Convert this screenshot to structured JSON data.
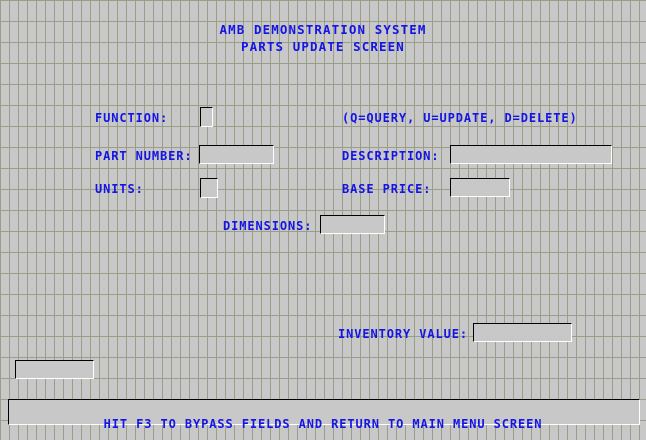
{
  "screen": {
    "title_line1": "AMB DEMONSTRATION SYSTEM",
    "title_line2": "PARTS UPDATE SCREEN",
    "text_color": "#1414e6",
    "background_color": "#c8c8c8",
    "grid_color": "#9a9e88"
  },
  "form": {
    "function": {
      "label": "FUNCTION:",
      "value": "",
      "hint": "(Q=QUERY, U=UPDATE, D=DELETE)"
    },
    "part_number": {
      "label": "PART NUMBER:",
      "value": ""
    },
    "description": {
      "label": "DESCRIPTION:",
      "value": ""
    },
    "units": {
      "label": "UNITS:",
      "value": ""
    },
    "base_price": {
      "label": "BASE PRICE:",
      "value": ""
    },
    "dimensions": {
      "label": "DIMENSIONS:",
      "value": ""
    },
    "inventory_value": {
      "label": "INVENTORY VALUE:",
      "value": ""
    },
    "unlabeled_field": {
      "value": ""
    }
  },
  "status": {
    "message": "HIT F3 TO BYPASS FIELDS AND RETURN TO MAIN MENU SCREEN"
  }
}
